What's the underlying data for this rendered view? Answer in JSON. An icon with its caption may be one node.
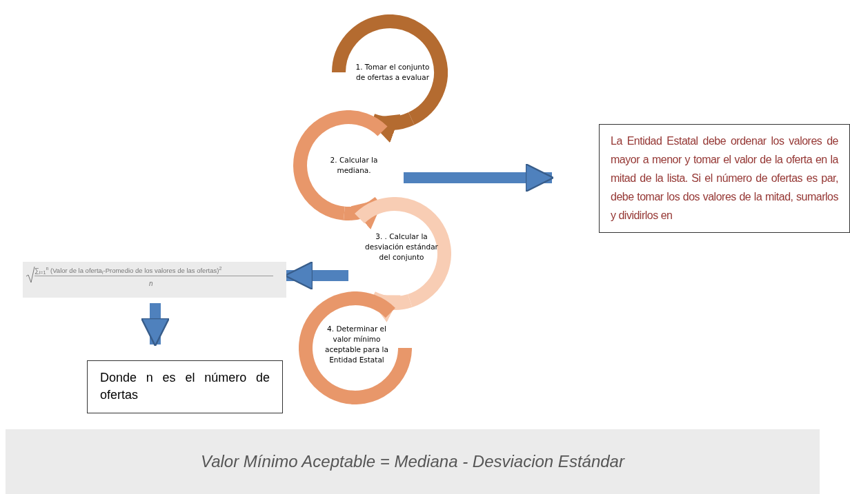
{
  "diagram": {
    "nodes": [
      {
        "text": [
          "1. Tomar el conjunto de ofertas a evaluar"
        ]
      },
      {
        "text": [
          "2. Calcular la mediana."
        ]
      },
      {
        "text": [
          "3. . Calcular la desviación estándar del conjunto"
        ]
      },
      {
        "text": [
          "4. Determinar el valor mínimo aceptable para la Entidad Estatal"
        ]
      },
      {
        "text": [
          "La Entidad Estatal debe ordenar los valores de mayor a menor y tomar el valor de la oferta en la mitad de la lista. Si el número de ofertas es par, debe tomar los dos valores de la mitad, sumarlos y dividirlos en"
        ]
      },
      {
        "text": [
          "∑$_{i=1}$$^{n}$ (Valor de la oferta$_{i}$-Promedio de los valores de las ofertas)$^{2}$",
          "n"
        ]
      },
      {
        "text": [
          "Donde n es el número de ofertas"
        ]
      },
      {
        "text": [
          "Valor Mínimo Aceptable = Mediana - Desviacion Estándar"
        ]
      }
    ],
    "edges": [
      {
        "from": 0,
        "to": 1,
        "arrow": "to",
        "color": "#b46b30"
      },
      {
        "from": 1,
        "to": 2,
        "arrow": "to",
        "color": "#e8976a"
      },
      {
        "from": 2,
        "to": 3,
        "arrow": "to",
        "color": "#f8cdb4"
      },
      {
        "from": 1,
        "to": 4,
        "arrow": "to",
        "color": "#4f81bd"
      },
      {
        "from": 2,
        "to": 5,
        "arrow": "to",
        "color": "#4f81bd"
      },
      {
        "from": 5,
        "to": 6,
        "arrow": "to",
        "color": "#4f81bd"
      }
    ]
  }
}
